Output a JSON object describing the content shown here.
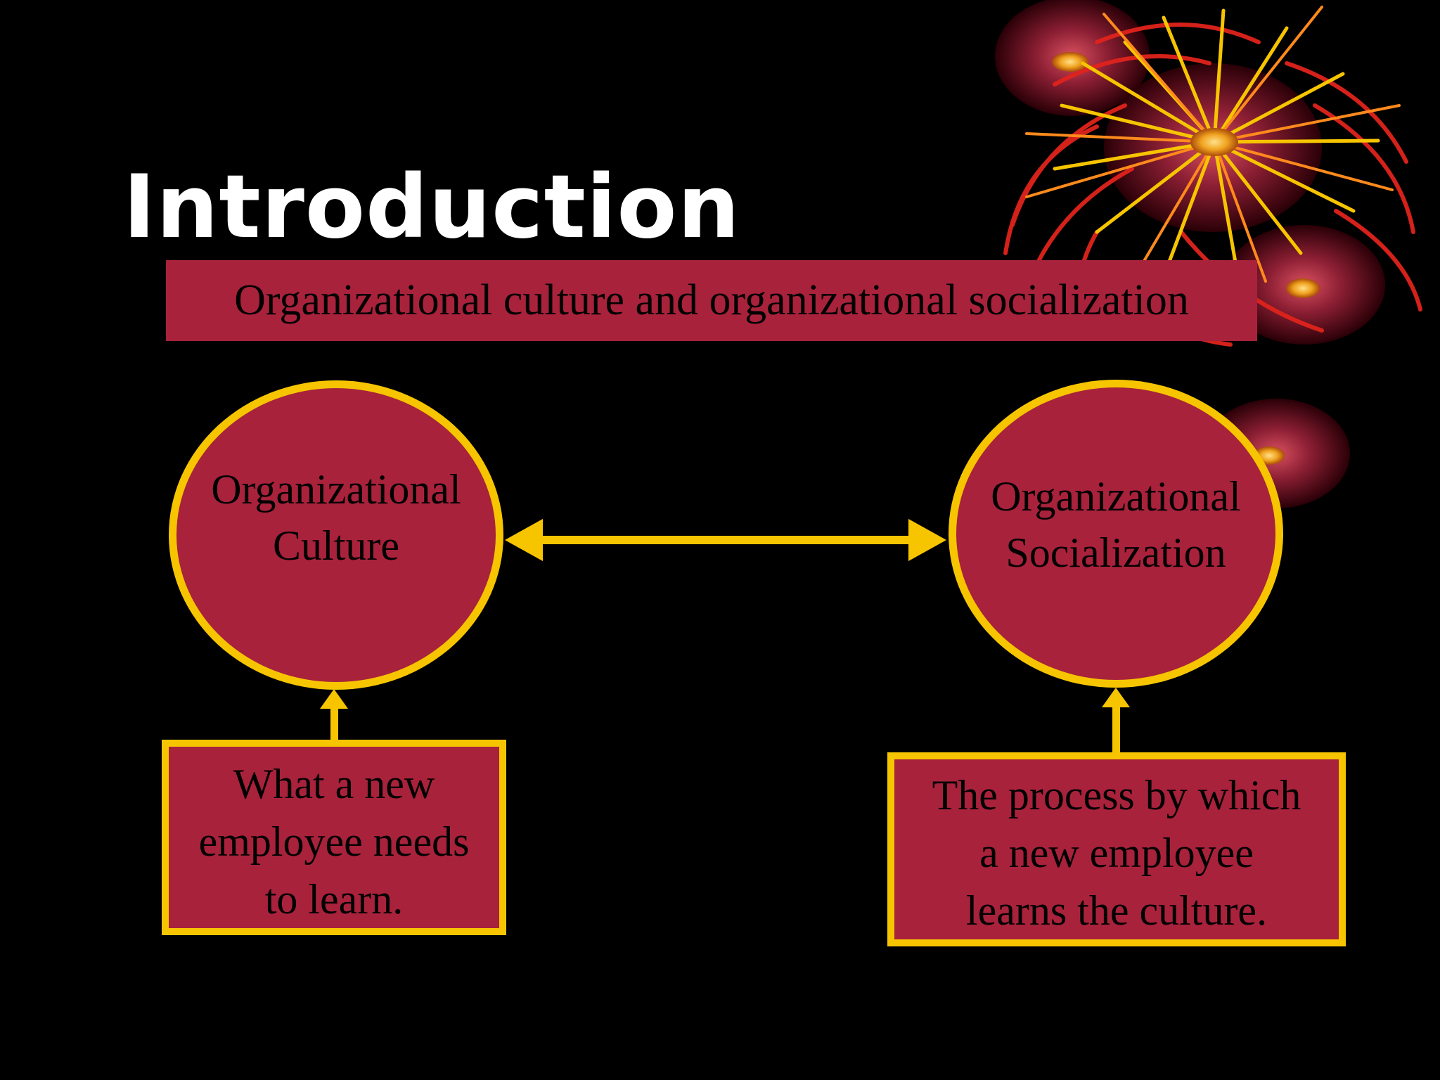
{
  "slide": {
    "title": "Introduction",
    "subtitle": "Organizational culture and organizational socialization"
  },
  "diagram": {
    "left_circle": {
      "lines": [
        "Organizational",
        "Culture"
      ]
    },
    "right_circle": {
      "lines": [
        "Organizational",
        "Socialization"
      ]
    },
    "left_box": {
      "lines": [
        "What a new",
        "employee needs",
        "to learn."
      ]
    },
    "right_box": {
      "lines": [
        "The process by which",
        "a new employee",
        "learns the culture."
      ]
    }
  },
  "colors": {
    "background": "#000000",
    "fill": "#a8223b",
    "outline": "#f7c500",
    "title": "#ffffff"
  },
  "icons": [
    "firework-decoration",
    "double-arrow",
    "up-arrow"
  ]
}
